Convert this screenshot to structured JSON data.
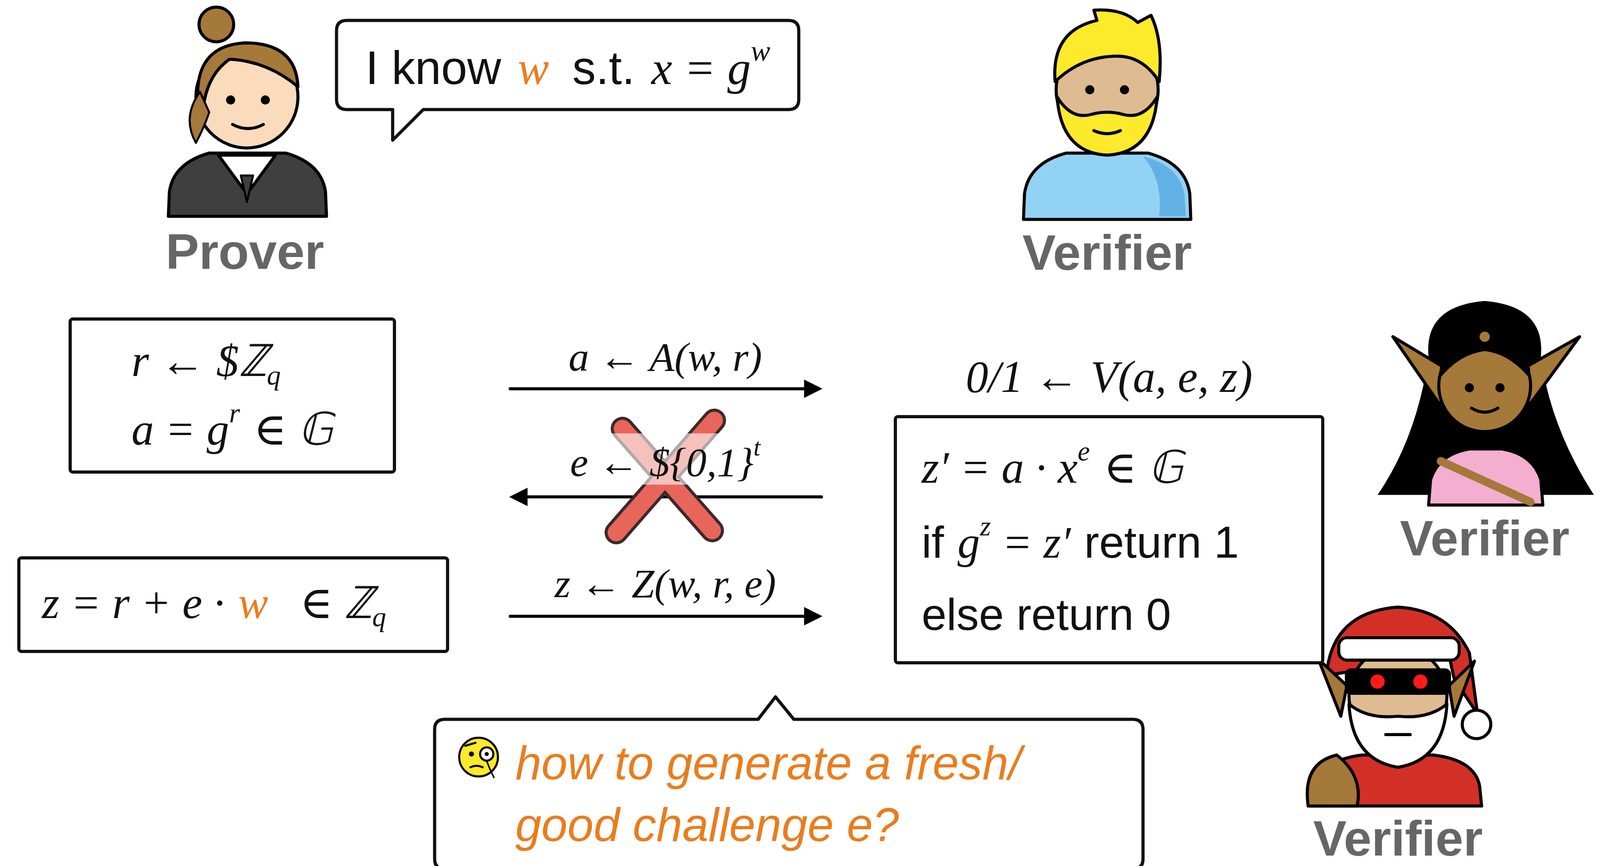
{
  "diagram": {
    "nodes": [
      {
        "text": [
          "I know",
          "w",
          "s.t.",
          "x = g",
          "w"
        ]
      },
      {
        "text": [
          "r ← $ℤ",
          "q",
          "a = g",
          "r",
          "∈ 𝔾"
        ]
      },
      {
        "text": [
          "z = r + e ·",
          "w",
          "∈ ℤ",
          "q"
        ]
      },
      {
        "text": [
          "0/1 ← V(a, e, z)",
          "z′ = a · x",
          "e",
          "∈ 𝔾",
          "if",
          "g",
          "z",
          "= z′",
          "return 1",
          "else return 0"
        ]
      },
      {
        "text": [
          "how to generate a fresh/ good challenge e?"
        ]
      }
    ],
    "labels": [
      "Prover",
      "Verifier",
      "Verifier",
      "Verifier",
      "a ← A(w, r)",
      "e ← ${0,1}",
      "t",
      "z ← Z(w, r, e)"
    ]
  }
}
